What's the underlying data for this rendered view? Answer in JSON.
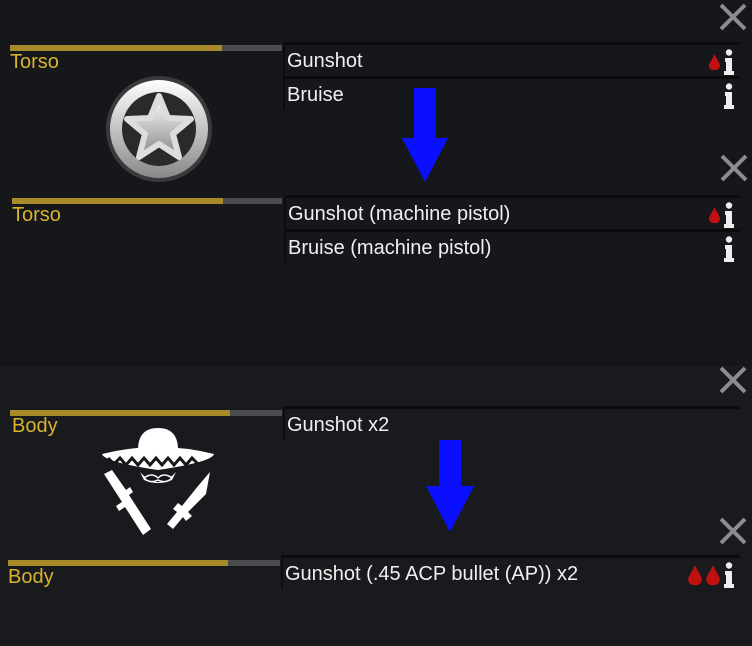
{
  "panels": [
    {
      "part": "Torso",
      "health_pct": 78,
      "injuries": [
        {
          "label": "Gunshot",
          "bleeding_drops": 1
        },
        {
          "label": "Bruise",
          "bleeding_drops": 0
        }
      ]
    },
    {
      "part": "Torso",
      "health_pct": 78,
      "injuries": [
        {
          "label": "Gunshot (machine pistol)",
          "bleeding_drops": 1
        },
        {
          "label": "Bruise (machine pistol)",
          "bleeding_drops": 0
        }
      ]
    },
    {
      "part": "Body",
      "health_pct": 81,
      "injuries": [
        {
          "label": "Gunshot x2",
          "bleeding_drops": 0
        }
      ]
    },
    {
      "part": "Body",
      "health_pct": 81,
      "injuries": [
        {
          "label": "Gunshot (.45 ACP bullet (AP)) x2",
          "bleeding_drops": 2
        }
      ]
    }
  ],
  "colors": {
    "health": "#a88a2a",
    "part_label": "#d9b32c",
    "arrow": "#0a10ff",
    "blood": "#c01010"
  }
}
